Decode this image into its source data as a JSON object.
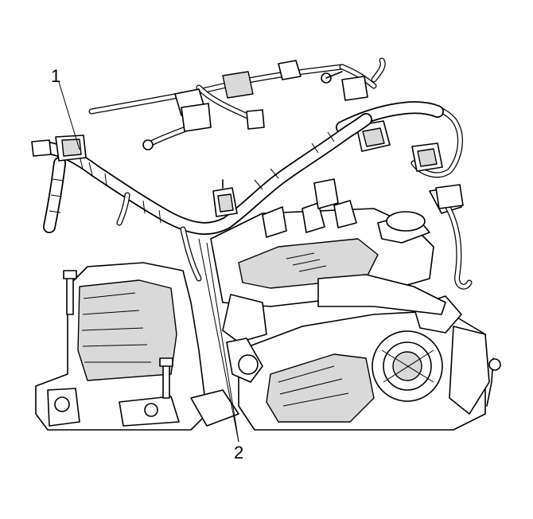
{
  "callouts": [
    {
      "id": "1",
      "label": "1"
    },
    {
      "id": "2",
      "label": "2"
    }
  ],
  "colors": {
    "line": "#000000",
    "background": "#ffffff",
    "shade": "#d9d9d9"
  }
}
